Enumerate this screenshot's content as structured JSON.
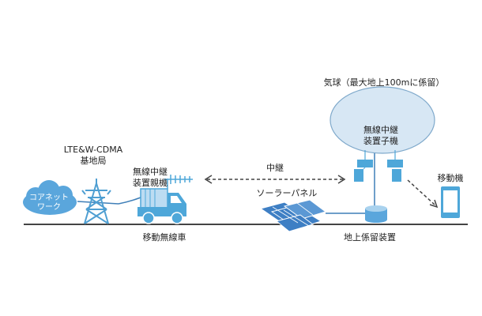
{
  "labels": {
    "balloon_title": "気球（最大地上100mに係留）",
    "balloon_child_line1": "無線中継",
    "balloon_child_line2": "装置子機",
    "base_station_line1": "LTE&W-CDMA",
    "base_station_line2": "基地局",
    "core_network_line1": "コアネット",
    "core_network_line2": "ワーク",
    "relay_parent_line1": "無線中継",
    "relay_parent_line2": "装置親機",
    "relay": "中継",
    "solar_panel": "ソーラーパネル",
    "mobile_device": "移動機",
    "mobile_vehicle": "移動無線車",
    "ground_mooring": "地上係留装置"
  },
  "colors": {
    "device_blue": "#4ea7d9",
    "light_blue": "#bcdcf2",
    "cloud_blue": "#5aa6dc",
    "tower_blue": "#4f9fd2",
    "balloon_fill": "#d7e7f4",
    "ground_line": "#444444",
    "cable": "#3f7fb8",
    "text": "#222222",
    "panel_blue": "#3e7fc4"
  },
  "icons": [
    "cloud-icon",
    "transmission-tower-icon",
    "relay-truck-icon",
    "yagi-antenna-icon",
    "balloon-icon",
    "relay-child-unit-icon",
    "solar-panel-icon",
    "mooring-device-icon",
    "mobile-phone-icon"
  ]
}
